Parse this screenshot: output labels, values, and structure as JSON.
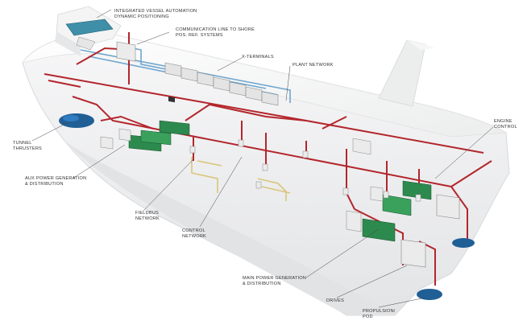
{
  "diagram": {
    "labels": {
      "ivac": {
        "line1": "INTEGRATED VESSEL AUTOMATION",
        "line2": "DYNAMIC POSITIONING"
      },
      "comm": {
        "line1": "COMMUNICATION LINE TO SHORE",
        "line2": "POS. REF. SYSTEMS"
      },
      "xterm": {
        "line1": "X-TERMINALS"
      },
      "plant": {
        "line1": "PLANT NETWORK"
      },
      "engine": {
        "line1": "ENGINE",
        "line2": "CONTROL"
      },
      "tunnel": {
        "line1": "TUNNEL",
        "line2": "THRUSTERS"
      },
      "aux": {
        "line1": "AUX POWER GENERATION",
        "line2": "& DISTRIBUTION"
      },
      "fieldbus": {
        "line1": "FIELDBUS",
        "line2": "NETWORK"
      },
      "control": {
        "line1": "CONTROL",
        "line2": "NETWORK"
      },
      "mainpower": {
        "line1": "MAIN POWER GENERATION",
        "line2": "& DISTRIBUTION"
      },
      "drives": {
        "line1": "DRIVES"
      },
      "propulsion": {
        "line1": "PROPULSION/",
        "line2": "POD"
      }
    },
    "colors": {
      "hull": "#f1f2f3",
      "hull_shade": "#dcdee0",
      "control_network": "#b3262c",
      "plant_network": "#6fa6cf",
      "fieldbus": "#d9c67a",
      "generator": "#2d8a4e",
      "thruster": "#1f5f95",
      "cabinet": "#e9e9e9",
      "leader_line": "#444444"
    }
  }
}
